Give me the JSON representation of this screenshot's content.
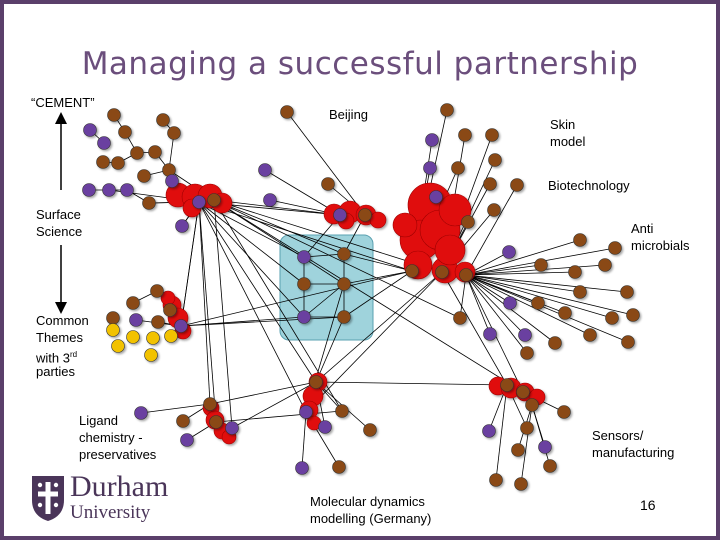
{
  "title": "Managing a successful partnership",
  "labels": {
    "cement": "“CEMENT”",
    "beijing": "Beijing",
    "skin_model_1": "Skin",
    "skin_model_2": "model",
    "biotech": "Biotechnology",
    "surface_1": "Surface",
    "surface_2": "Science",
    "antimicro_1": "Anti",
    "antimicro_2": "microbials",
    "common_1": "Common",
    "common_2": "Themes",
    "common_3": "with 3",
    "common_3_sup": "rd",
    "common_4": "parties",
    "ligand_1": "Ligand",
    "ligand_2": "chemistry -",
    "ligand_3": "preservatives",
    "sensors_1": "Sensors/",
    "sensors_2": "manufacturing",
    "molecular_1": "Molecular dynamics",
    "molecular_2": "modelling (Germany)"
  },
  "logo": {
    "line1": "Durham",
    "line2": "University"
  },
  "page_number": "16",
  "colors": {
    "frame": "#5b3f6b",
    "title": "#6b4e7c",
    "brown_node": "#8a4a12",
    "purple_node": "#6b3fa0",
    "yellow_node": "#f2c200",
    "red_hub": "#e01010",
    "center_box": "#9fd3dc"
  }
}
